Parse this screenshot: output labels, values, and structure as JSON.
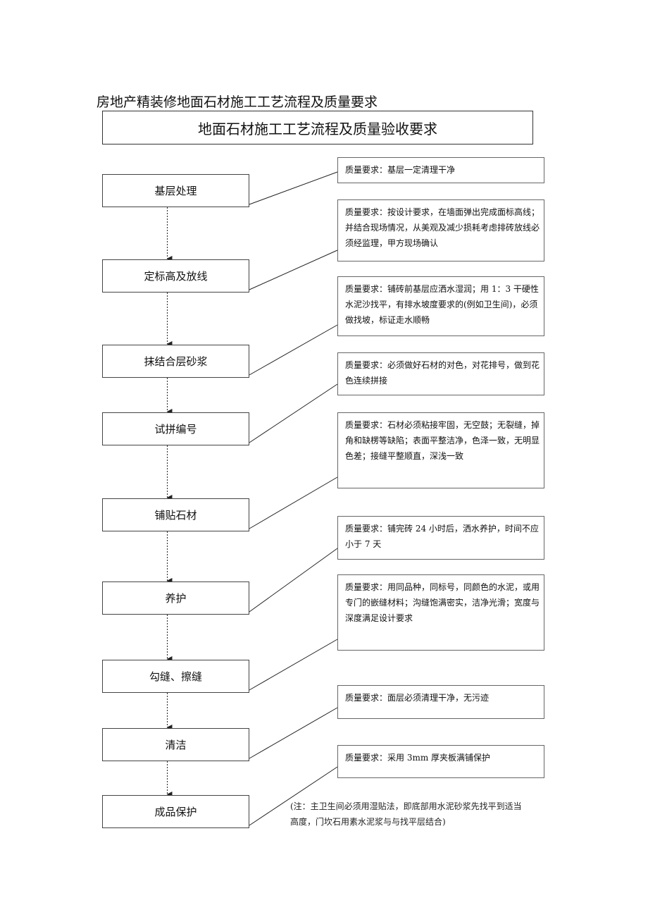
{
  "document_title": "房地产精装修地面石材施工工艺流程及质量要求",
  "chart_title": "地面石材施工工艺流程及质量验收要求",
  "steps": [
    {
      "label": "基层处理",
      "requirement": "质量要求：基层一定清理干净"
    },
    {
      "label": "定标高及放线",
      "requirement": "质量要求：按设计要求，在墙面弹出完成面标高线；并结合现场情况，从美观及减少损耗考虑排砖放线必须经监理，甲方现场确认"
    },
    {
      "label": "抹结合层砂浆",
      "requirement": "质量要求：铺砖前基层应洒水湿润；用 1：3 干硬性水泥沙找平，有排水坡度要求的(例如卫生间)，必须做找坡，标证走水顺畅"
    },
    {
      "label": "试拼编号",
      "requirement": "质量要求：必须做好石材的对色，对花排号，做到花色连续拼接"
    },
    {
      "label": "铺贴石材",
      "requirement": "质量要求：石材必须粘接牢固，无空鼓；无裂缝，掉角和缺楞等缺陷；表面平整洁净，色泽一致，无明显色差；接缝平整顺直，深浅一致"
    },
    {
      "label": "养护",
      "requirement": "质量要求：铺完砖 24 小时后，洒水养护，时间不应小于 7 天"
    },
    {
      "label": "勾缝、擦缝",
      "requirement": "质量要求：用同品种，同标号，同颜色的水泥，或用专门的嵌缝材料；沟缝饱满密实，洁净光滑；宽度与深度满足设计要求"
    },
    {
      "label": "清洁",
      "requirement": "质量要求：面层必须清理干净，无污迹"
    },
    {
      "label": "成品保护",
      "requirement": "质量要求：采用 3mm 厚夹板满铺保护"
    }
  ],
  "note": "(注：主卫生间必须用湿贴法，即底部用水泥砂浆先找平到适当高度，门坎石用素水泥浆与与找平层结合)"
}
